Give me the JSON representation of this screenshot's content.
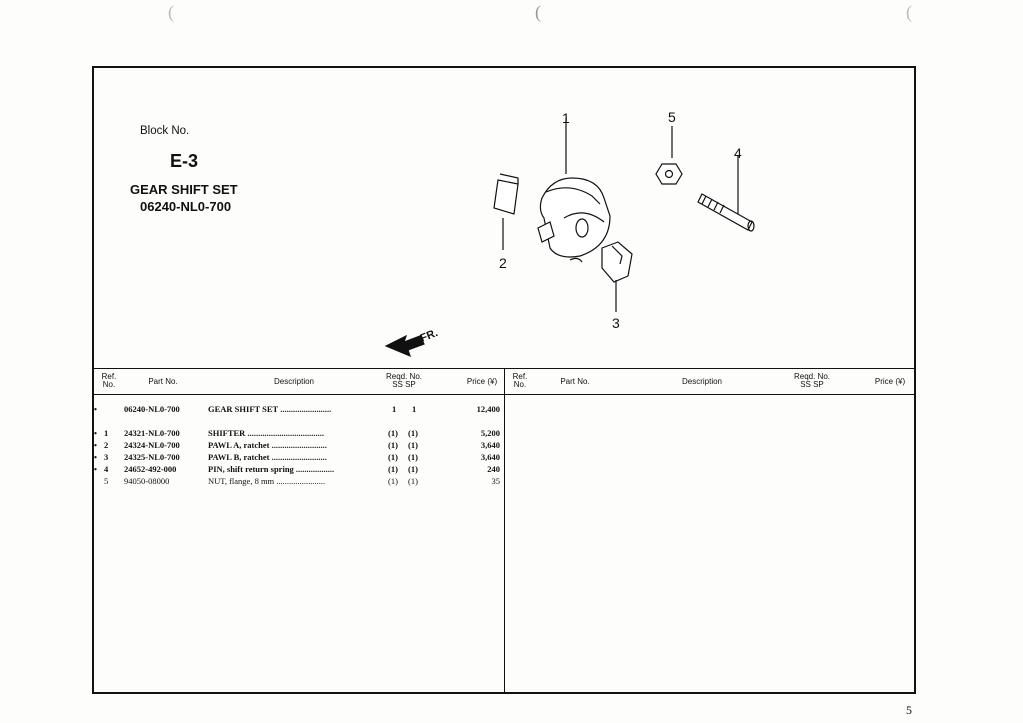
{
  "block": {
    "label": "Block No.",
    "number": "E-3",
    "set_name": "GEAR SHIFT SET",
    "set_part_no": "06240-NL0-700"
  },
  "diagram": {
    "callouts": [
      "1",
      "2",
      "3",
      "4",
      "5"
    ],
    "direction": "FR."
  },
  "columns": {
    "ref1": "Ref.",
    "ref2": "No.",
    "part_no": "Part No.",
    "description": "Description",
    "reqd1": "Reqd. No.",
    "reqd2": "SS  SP",
    "price": "Price (¥)"
  },
  "rows": [
    {
      "bullet": "•",
      "ref": "",
      "part_no": "06240-NL0-700",
      "description": "GEAR SHIFT SET ........................",
      "ss": "1",
      "sp": "1",
      "price": "12,400"
    },
    {
      "bullet": "•",
      "ref": "1",
      "part_no": "24321-NL0-700",
      "description": "SHIFTER ....................................",
      "ss": "(1)",
      "sp": "(1)",
      "price": "5,200"
    },
    {
      "bullet": "•",
      "ref": "2",
      "part_no": "24324-NL0-700",
      "description": "PAWL A, ratchet ..........................",
      "ss": "(1)",
      "sp": "(1)",
      "price": "3,640"
    },
    {
      "bullet": "•",
      "ref": "3",
      "part_no": "24325-NL0-700",
      "description": "PAWL B, ratchet ..........................",
      "ss": "(1)",
      "sp": "(1)",
      "price": "3,640"
    },
    {
      "bullet": "•",
      "ref": "4",
      "part_no": "24652-492-000",
      "description": "PIN, shift return spring ..................",
      "ss": "(1)",
      "sp": "(1)",
      "price": "240"
    },
    {
      "bullet": "",
      "ref": "5",
      "part_no": "94050-08000",
      "description": "NUT, flange, 8 mm .......................",
      "ss": "(1)",
      "sp": "(1)",
      "price": "35"
    }
  ],
  "page_number": "5"
}
